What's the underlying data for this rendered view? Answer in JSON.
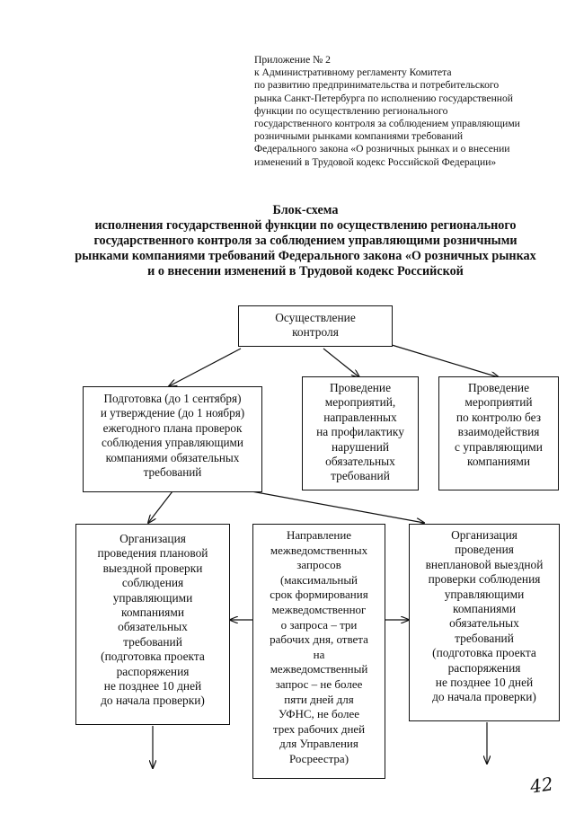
{
  "appendix": {
    "lines": [
      "Приложение № 2",
      "к Административному регламенту Комитета",
      "по развитию предпринимательства и потребительского",
      "рынка Санкт-Петербурга по исполнению государственной",
      "функции по осуществлению регионального",
      "государственного контроля за соблюдением управляющими",
      "розничными рынками компаниями требований",
      "Федерального закона «О розничных рынках и о внесении",
      "изменений в Трудовой кодекс Российской Федерации»"
    ]
  },
  "title": {
    "lines": [
      "Блок-схема",
      "исполнения государственной функции по осуществлению регионального",
      "государственного контроля за соблюдением управляющими розничными",
      "рынками компаниями требований Федерального закона «О розничных рынках",
      "и о внесении изменений в Трудовой кодекс Российской"
    ]
  },
  "flow": {
    "control": "Осуществление\nконтроля",
    "planning": "Подготовка (до 1 сентября)\nи утверждение (до 1 ноября)\nежегодного плана проверок\nсоблюдения управляющими\nкомпаниями обязательных\nтребований",
    "prevention": "Проведение\nмероприятий,\nнаправленных\nна профилактику\nнарушений\nобязательных\nтребований",
    "no_interaction": "Проведение\nмероприятий\nпо контролю без\nвзаимодействия\nс управляющими\nкомпаниями",
    "planned_inspection": "Организация\nпроведения плановой\nвыездной проверки\nсоблюдения\nуправляющими\nкомпаниями\nобязательных\nтребований\n(подготовка проекта\nраспоряжения\nне позднее 10 дней\nдо начала проверки)",
    "interagency": "Направление\nмежведомственных\nзапросов\n(максимальный\nсрок формирования\nмежведомственног\nо запроса – три\nрабочих дня, ответа\nна\nмежведомственный\nзапрос – не более\nпяти дней для\nУФНС, не более\nтрех рабочих дней\nдля Управления\nРосреестра)",
    "unplanned_inspection": "Организация\nпроведения\nвнеплановой выездной\nпроверки соблюдения\nуправляющими\nкомпаниями\nобязательных\nтребований\n(подготовка проекта\nраспоряжения\nне позднее 10 дней\nдо начала проверки)"
  },
  "page_number": "42"
}
